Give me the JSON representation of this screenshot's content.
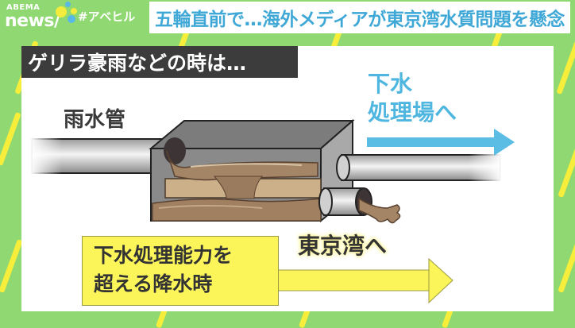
{
  "brand": {
    "logo_top": "ABEMA",
    "logo_bottom": "news/",
    "hashtag": "#アベヒル"
  },
  "headline": {
    "text": "五輪直前で…海外メディアが東京湾水質問題を懸念"
  },
  "diagram": {
    "title_label": "ゲリラ豪雨などの時は…",
    "rain_pipe_label": "雨水管",
    "sewer_plant_label_line1": "下水",
    "sewer_plant_label_line2": "処理場へ",
    "tokyo_bay_label": "東京湾へ",
    "overflow_condition_line1": "下水処理能力を",
    "overflow_condition_line2": "超える降水時"
  },
  "colors": {
    "background_green": "#8fd872",
    "stripe_yellow": "#f6ee3a",
    "headline_blue": "#3fa8d6",
    "sewer_arrow_blue": "#5bbde4",
    "label_dark": "#3c3c3c",
    "condition_yellow": "#fbf55a",
    "water_brown": "#a08060"
  }
}
